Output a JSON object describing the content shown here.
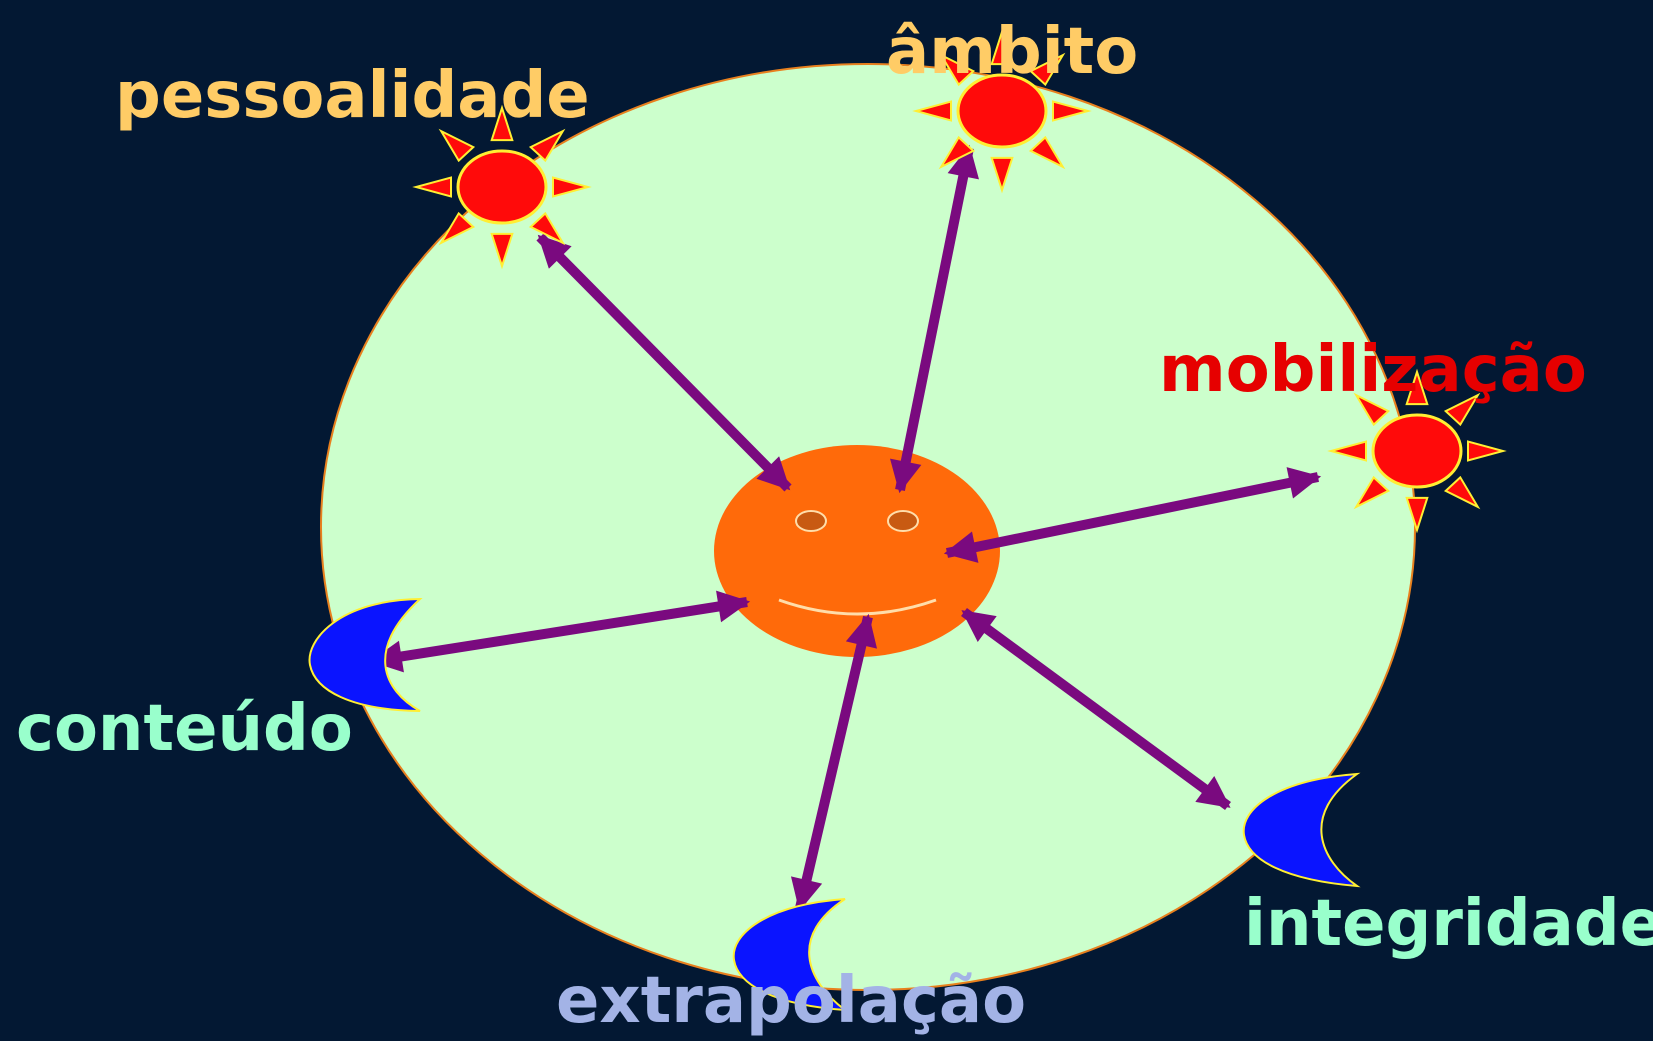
{
  "colors": {
    "background": "#031833",
    "circle_fill": "#CCFFCC",
    "circle_stroke": "#E8801E",
    "face_fill": "#FF6A0A",
    "arrow": "#7A0A7F",
    "sun_fill": "#FF0A0A",
    "sun_outline": "#FFEE33",
    "moon_fill": "#0A14FF",
    "moon_outline": "#FFEE33",
    "label_sun_gold": "#FFCC66",
    "label_sun_red": "#E60000",
    "label_moon_green": "#99FFCC",
    "label_moon_lavender": "#A3B3E6"
  },
  "nodes": [
    {
      "id": "pessoalidade",
      "label": "pessoalidade",
      "icon": "sun-icon",
      "label_color": "#FFCC66"
    },
    {
      "id": "ambito",
      "label": "âmbito",
      "icon": "sun-icon",
      "label_color": "#FFCC66"
    },
    {
      "id": "mobilizacao",
      "label": "mobilização",
      "icon": "sun-icon",
      "label_color": "#E60000"
    },
    {
      "id": "conteudo",
      "label": "conteúdo",
      "icon": "moon-icon",
      "label_color": "#99FFCC"
    },
    {
      "id": "integridade",
      "label": "integridade",
      "icon": "moon-icon",
      "label_color": "#99FFCC"
    },
    {
      "id": "extrapolacao",
      "label": "extrapolação",
      "icon": "moon-icon",
      "label_color": "#A3B3E6"
    }
  ],
  "center": {
    "icon": "smiley-face-icon"
  }
}
